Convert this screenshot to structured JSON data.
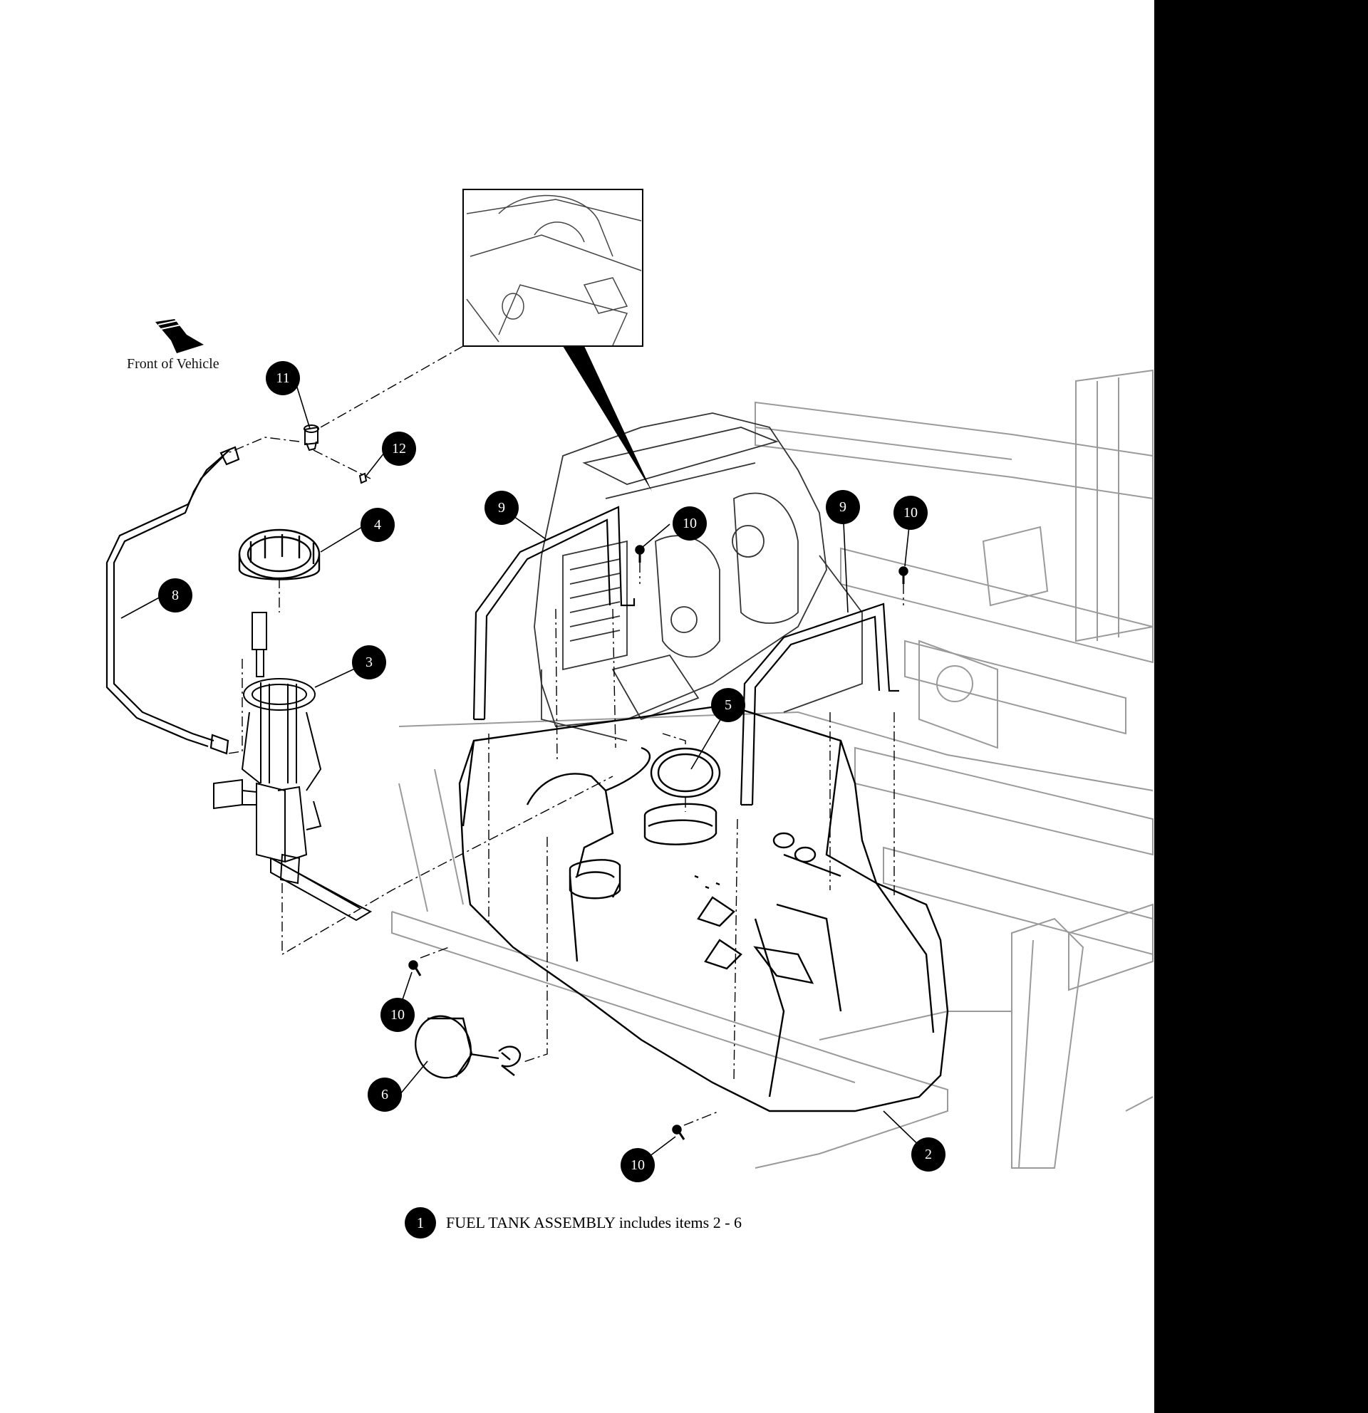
{
  "front_of_vehicle_label": "Front of Vehicle",
  "callouts": [
    "11",
    "12",
    "4",
    "8",
    "3",
    "9",
    "10",
    "9",
    "10",
    "5",
    "10",
    "6",
    "10",
    "2"
  ],
  "legend": {
    "badge": "1",
    "text": "FUEL TANK ASSEMBLY includes items 2 - 6"
  },
  "colors": {
    "line": "#000000",
    "frame_line": "#9a9a9a",
    "panel": "#000000",
    "background": "#ffffff"
  }
}
